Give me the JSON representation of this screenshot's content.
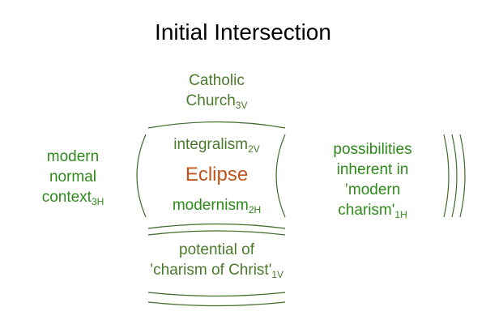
{
  "title": "Initial Intersection",
  "colors": {
    "olive": "#4a7a2c",
    "green": "#2e8a1a",
    "eclipse": "#c1541c"
  },
  "top": {
    "line1": "Catholic",
    "line2": "Church",
    "sub": "3V"
  },
  "left": {
    "line1": "modern",
    "line2": "normal",
    "line3": "context",
    "sub": "3H"
  },
  "center": {
    "integralism": "integralism",
    "integralism_sub": "2V",
    "eclipse": "Eclipse",
    "modernism": "modernism",
    "modernism_sub": "2H"
  },
  "right": {
    "line1": "possibilities",
    "line2": "inherent in",
    "line3": "’modern",
    "line4": "charism'",
    "sub": "1H"
  },
  "bottom": {
    "line1": "potential of",
    "line2": "’charism of Christ'",
    "sub": "1V"
  }
}
